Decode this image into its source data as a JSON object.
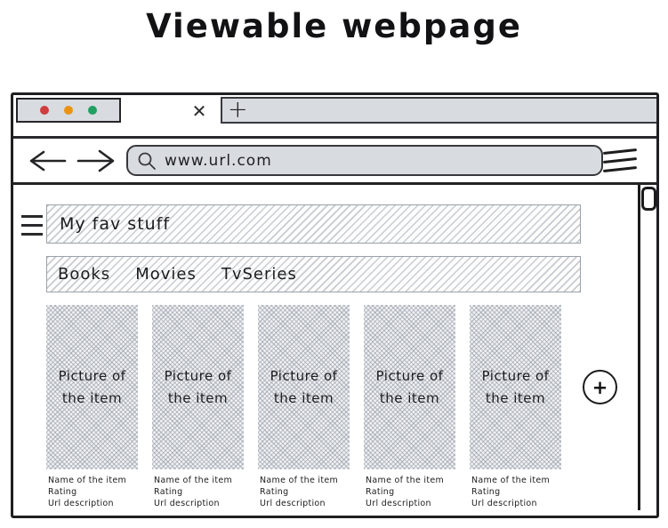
{
  "page_title": "Viewable webpage",
  "tabbar": {
    "traffic_lights": [
      {
        "name": "red",
        "color": "#ce3e3e"
      },
      {
        "name": "orange",
        "color": "#eb9414"
      },
      {
        "name": "green",
        "color": "#21a063"
      }
    ],
    "close_tab_glyph": "✕",
    "new_tab_glyph": "+"
  },
  "navbar": {
    "url_value": "www.url.com"
  },
  "content": {
    "header_label": "My fav stuff",
    "nav_links": [
      {
        "label": "Books"
      },
      {
        "label": "Movies"
      },
      {
        "label": "TvSeries"
      }
    ],
    "add_button_glyph": "+",
    "cards": [
      {
        "picture_label": "Picture of the item",
        "name": "Name of the item",
        "rating": "Rating",
        "url_description": "Url description"
      },
      {
        "picture_label": "Picture of the item",
        "name": "Name of the item",
        "rating": "Rating",
        "url_description": "Url description"
      },
      {
        "picture_label": "Picture of the item",
        "name": "Name of the item",
        "rating": "Rating",
        "url_description": "Url description"
      },
      {
        "picture_label": "Picture of the item",
        "name": "Name of the item",
        "rating": "Rating",
        "url_description": "Url description"
      },
      {
        "picture_label": "Picture of the item",
        "name": "Name of the item",
        "rating": "Rating",
        "url_description": "Url description"
      }
    ]
  }
}
